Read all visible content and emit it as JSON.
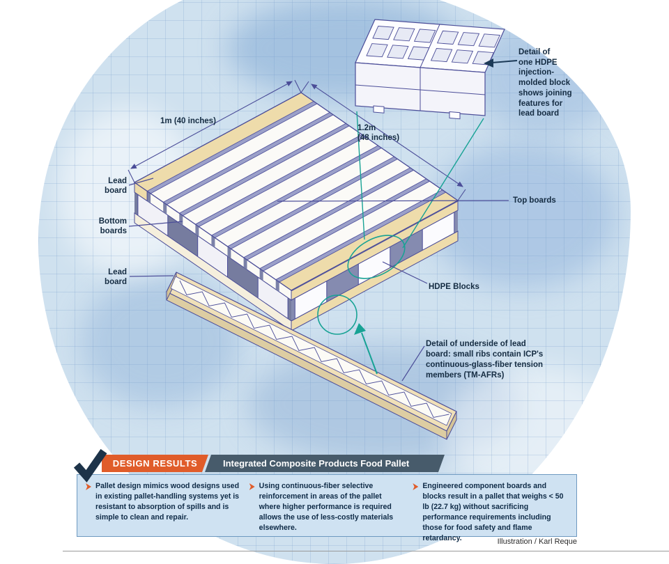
{
  "illustration": {
    "labels": {
      "dim_width": "1m (40 inches)",
      "dim_length": "1.2m\n(48 inches)",
      "lead_board_top": "Lead\nboard",
      "bottom_boards": "Bottom\nboards",
      "lead_board_bottom": "Lead\nboard",
      "top_boards": "Top boards",
      "hdpe_blocks": "HDPE Blocks",
      "block_detail": "Detail of\none HDPE\ninjection-\nmolded block\nshows joining\nfeatures for\nlead board",
      "underside_detail": "Detail of underside of lead\nboard: small ribs contain ICP's\ncontinuous-glass-fiber tension\nmembers (TM-AFRs)"
    }
  },
  "results": {
    "kicker": "DESIGN RESULTS",
    "title": "Integrated Composite Products Food Pallet",
    "bullets": [
      "Pallet design mimics wood designs used in existing pallet-handling systems yet is resistant to absorption of spills and is simple to clean and repair.",
      "Using continuous-fiber selective reinforcement in areas of the pallet where higher performance is required allows the use of less-costly materials elsewhere.",
      "Engineered component boards and blocks result in a pallet that weighs < 50 lb (22.7 kg) without sacrificing performance requirements including those for food safety and flame retardancy."
    ]
  },
  "credit": "Illustration / Karl Reque",
  "colors": {
    "accent_orange": "#e05c2a",
    "banner_slate": "#475b6b",
    "line_indigo": "#4b4d98",
    "teal": "#17a294",
    "lead_tan": "#eedcab",
    "panel_blue": "#cfe2f2",
    "text_navy": "#152c42"
  }
}
